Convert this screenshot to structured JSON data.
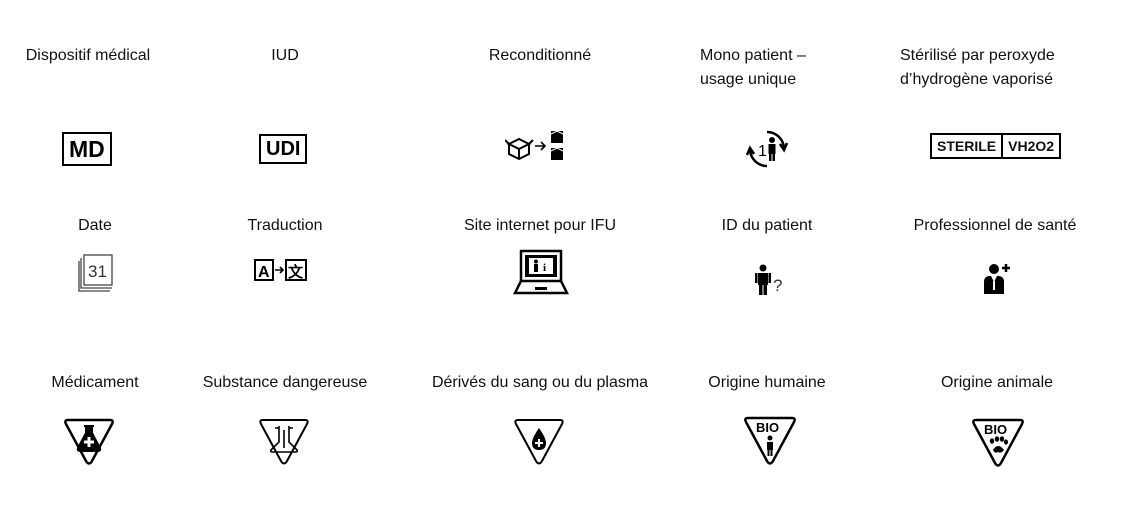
{
  "rows": [
    [
      {
        "label": "Dispositif médical",
        "icon": "medical-device-icon",
        "icon_text": "MD"
      },
      {
        "label": "IUD",
        "icon": "udi-icon",
        "icon_text": "UDI"
      },
      {
        "label": "Reconditionné",
        "icon": "repackaged-icon"
      },
      {
        "label": "Mono patient – usage unique",
        "line1": "Mono patient –",
        "line2": "usage unique",
        "icon": "single-patient-multiple-use-icon",
        "icon_text": "1"
      },
      {
        "label": "Stérilisé par peroxyde d’hydrogène vaporisé",
        "line1": "Stérilisé par peroxyde",
        "line2": "d’hydrogène vaporisé",
        "icon": "sterile-vh2o2-icon",
        "icon_text_1": "STERILE",
        "icon_text_2": "VH2O2"
      }
    ],
    [
      {
        "label": "Date",
        "icon": "calendar-icon",
        "icon_text": "31"
      },
      {
        "label": "Traduction",
        "icon": "translation-icon",
        "icon_text_1": "A",
        "icon_text_2": "文"
      },
      {
        "label": "Site internet pour IFU",
        "icon": "ifu-website-laptop-icon",
        "icon_text": "i"
      },
      {
        "label": "ID du patient",
        "icon": "patient-id-icon",
        "icon_text": "?"
      },
      {
        "label": "Professionnel de santé",
        "icon": "health-professional-icon"
      }
    ],
    [
      {
        "label": "Médicament",
        "icon": "medicinal-substance-icon"
      },
      {
        "label": "Substance dangereuse",
        "icon": "hazardous-substance-icon"
      },
      {
        "label": "Dérivés du sang ou du plasma",
        "icon": "blood-plasma-derivative-icon"
      },
      {
        "label": "Origine humaine",
        "icon": "human-origin-bio-icon",
        "icon_text": "BIO"
      },
      {
        "label": "Origine animale",
        "icon": "animal-origin-bio-icon",
        "icon_text": "BIO"
      }
    ]
  ]
}
